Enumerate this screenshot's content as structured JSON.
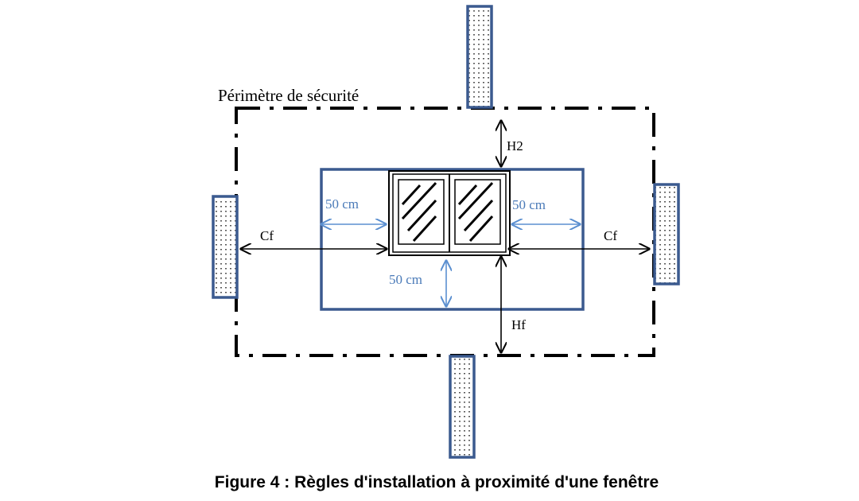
{
  "perimeter_label": "Périmètre de sécurité",
  "labels": {
    "h2": "H2",
    "hf": "Hf",
    "cf_left": "Cf",
    "cf_right": "Cf",
    "dist_left": "50 cm",
    "dist_right": "50 cm",
    "dist_bottom": "50 cm"
  },
  "caption": "Figure 4 : Règles d'installation à proximité d'une fenêtre",
  "colors": {
    "zone_border": "#3b5a8f",
    "blue_label": "#4a7ab8",
    "blue_arrow": "#5b8fd0",
    "black": "#000000"
  },
  "icons": [
    "window-icon",
    "radiator-icon"
  ]
}
